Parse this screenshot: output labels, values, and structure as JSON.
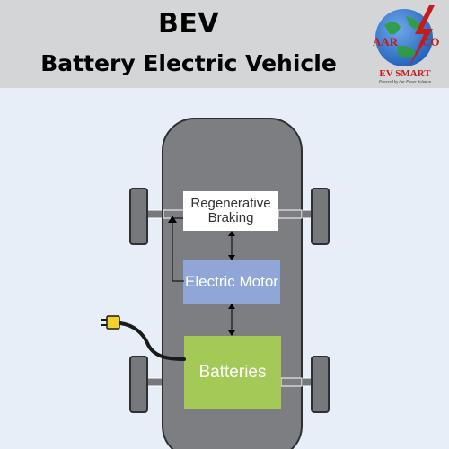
{
  "header": {
    "title": "BEV",
    "subtitle": "Battery Electric Vehicle"
  },
  "logo": {
    "letters_left": "AAR",
    "letters_right": "CO",
    "brand": "EV SMART",
    "tagline": "Powered by Aar Power Solution",
    "colors": {
      "globe": "#1f5fb8",
      "accent": "#c41b1b",
      "leaf": "#2e9d3a"
    }
  },
  "diagram": {
    "components": {
      "regenerative_braking": "Regenerative Braking",
      "electric_motor": "Electric Motor",
      "batteries": "Batteries"
    },
    "colors": {
      "car_body": "#7d7e82",
      "wheel": "#77787c",
      "regen_box": "#ffffff",
      "motor_box": "#8fa6d6",
      "battery_box": "#a5c957",
      "cable": "#1a1a1a",
      "plug": "#f2d22a"
    }
  }
}
